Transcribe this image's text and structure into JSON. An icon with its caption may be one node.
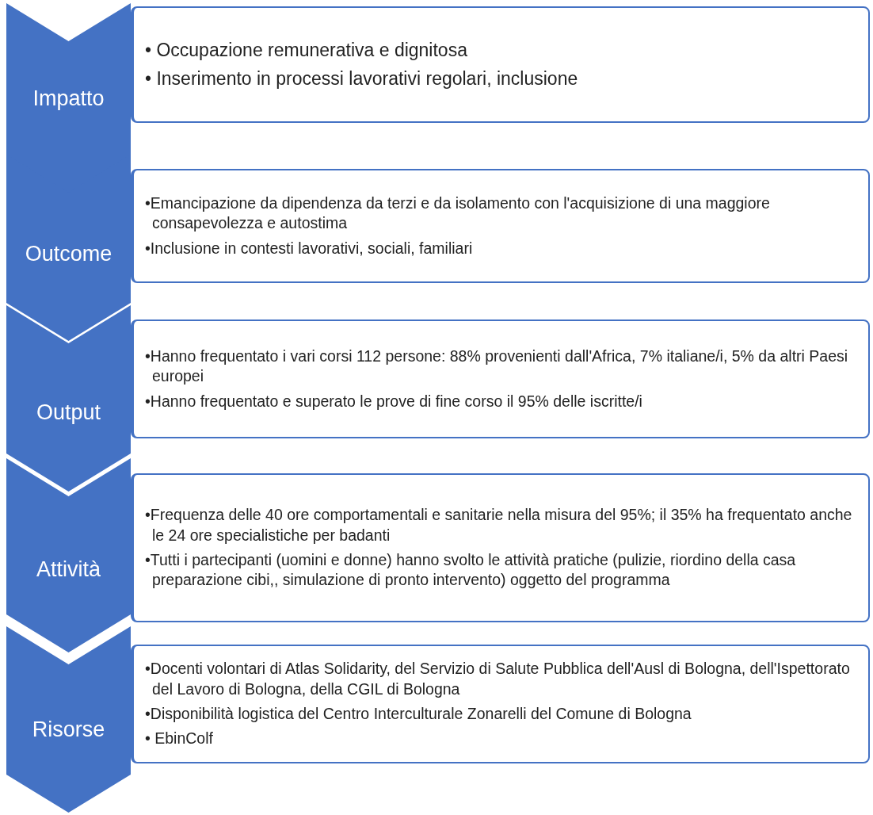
{
  "diagram": {
    "nodes": [
      {
        "text": [
          "Impatto"
        ]
      },
      {
        "text": [
          "• Occupazione remunerativa e dignitosa",
          "• Inserimento in processi lavorativi regolari, inclusione"
        ]
      },
      {
        "text": [
          "Outcome"
        ]
      },
      {
        "text": [
          "•Emancipazione da dipendenza da terzi e da isolamento con l'acquisizione di una maggiore consapevolezza e autostima",
          "•Inclusione in contesti lavorativi, sociali, familiari"
        ]
      },
      {
        "text": [
          "Output"
        ]
      },
      {
        "text": [
          "•Hanno frequentato i vari corsi 112 persone: 88% provenienti dall'Africa, 7% italiane/i, 5% da altri Paesi europei",
          "•Hanno frequentato e superato le prove di fine corso il 95% delle iscritte/i"
        ]
      },
      {
        "text": [
          "Attività"
        ]
      },
      {
        "text": [
          "•Frequenza delle 40 ore comportamentali e sanitarie nella misura del 95%; il 35% ha frequentato anche le 24 ore specialistiche per badanti",
          "•Tutti i partecipanti (uomini e donne) hanno svolto le attività pratiche (pulizie, riordino della casa preparazione cibi,, simulazione di pronto intervento) oggetto del programma"
        ]
      },
      {
        "text": [
          "Risorse"
        ]
      },
      {
        "text": [
          "•Docenti volontari di Atlas Solidarity, del Servizio di Salute Pubblica dell'Ausl di Bologna, dell'Ispettorato del Lavoro di Bologna, della CGIL di Bologna",
          "•Disponibilità logistica del Centro Interculturale Zonarelli del Comune di Bologna",
          "• EbinColf"
        ]
      }
    ]
  }
}
